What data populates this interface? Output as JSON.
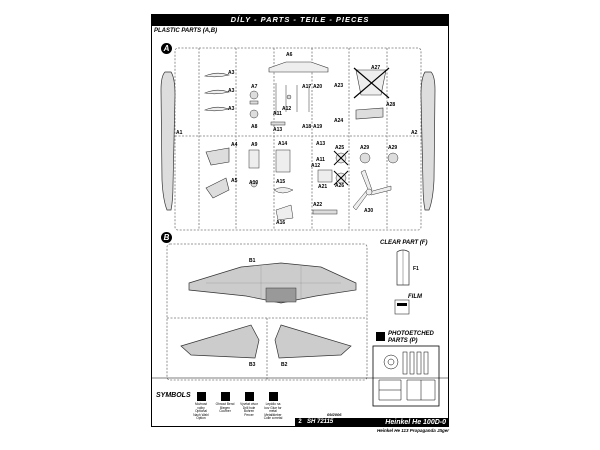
{
  "header": {
    "title": "DÍLY  -  PARTS  -  TEILE  -  PIECES"
  },
  "sections": {
    "plastic": "PLASTIC PARTS (A,B)",
    "clear": "CLEAR PART (F)",
    "film": "FILM",
    "photoetched": "PHOTOETCHED PARTS (P)",
    "symbols": "SYMBOLS"
  },
  "sprue_letters": {
    "a": "A",
    "b": "B"
  },
  "labels_a": {
    "a1": "A1",
    "a2": "A2",
    "a3a": "A3",
    "a3b": "A3",
    "a3c": "A3",
    "a4": "A4",
    "a5": "A5",
    "a6": "A6",
    "a7": "A7",
    "a8": "A8",
    "a9": "A9",
    "a10": "A10",
    "a11": "A11",
    "a12": "A12",
    "a13": "A13",
    "a14": "A14",
    "a15": "A15",
    "a16": "A16",
    "a17": "A17",
    "a18": "A18",
    "a19": "A19",
    "a20": "A20",
    "a21": "A21",
    "a22": "A22",
    "a23": "A23",
    "a24": "A24",
    "a25": "A25",
    "a26": "A26",
    "a27": "A27",
    "a28": "A28",
    "a29": "A29",
    "a30": "A30",
    "a11b": "A11",
    "a12b": "A12",
    "a13b": "A13"
  },
  "labels_b": {
    "b1": "B1",
    "b2": "B2",
    "b3": "B3"
  },
  "clear_label": "F1",
  "symbols": [
    {
      "icon": "question-icon",
      "text": "Možnost volby Optional Nach Wahl Option"
    },
    {
      "icon": "bend-icon",
      "text": "Ohnout Bend Biegen Courber"
    },
    {
      "icon": "drill-icon",
      "text": "Vyvrtat otvor Drill hole Bohren Percer"
    },
    {
      "icon": "glue-icon",
      "text": "Lepidlo na kov Glue for metal Metallkleber Colle a metal"
    }
  ],
  "footer": {
    "page": "2",
    "code": "SH 72115",
    "title": "Heinkel He 100D-0",
    "subtitle": "Heinkel He 113 Propaganda Jäger",
    "date": "09/2006"
  }
}
